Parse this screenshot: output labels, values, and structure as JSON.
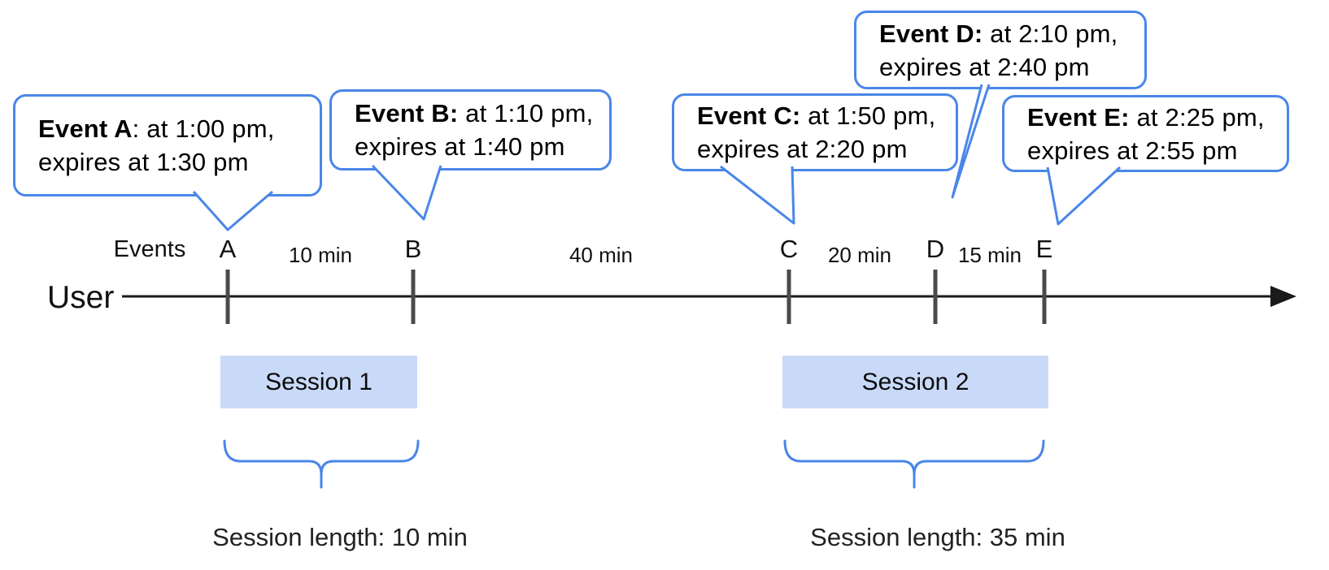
{
  "palette": {
    "accent_blue": "#4a86e8",
    "session_fill": "#c9daf8",
    "tick_gray": "#4a4a4a",
    "line_black": "#1a1a1a"
  },
  "bubbles": [
    {
      "event": "A",
      "bold": "Event A",
      "rest": ": at 1:00 pm,",
      "line2": "expires at 1:30 pm"
    },
    {
      "event": "B",
      "bold": "Event B:",
      "rest": " at 1:10 pm,",
      "line2": "expires at 1:40 pm"
    },
    {
      "event": "C",
      "bold": "Event C:",
      "rest": " at 1:50 pm,",
      "line2": "expires at 2:20 pm"
    },
    {
      "event": "D",
      "bold": "Event D:",
      "rest": " at 2:10 pm,",
      "line2": "expires at 2:40 pm"
    },
    {
      "event": "E",
      "bold": "Event E:",
      "rest": " at 2:25 pm,",
      "line2": "expires at 2:55 pm"
    }
  ],
  "timeline": {
    "user_label": "User",
    "events_label": "Events",
    "marks": {
      "a": "A",
      "b": "B",
      "c": "C",
      "d": "D",
      "e": "E"
    },
    "gaps": {
      "ab": "10 min",
      "bc": "40 min",
      "cd": "20 min",
      "de": "15 min"
    }
  },
  "sessions": [
    {
      "label": "Session 1",
      "length_label": "Session length: 10 min"
    },
    {
      "label": "Session 2",
      "length_label": "Session length: 35 min"
    }
  ]
}
